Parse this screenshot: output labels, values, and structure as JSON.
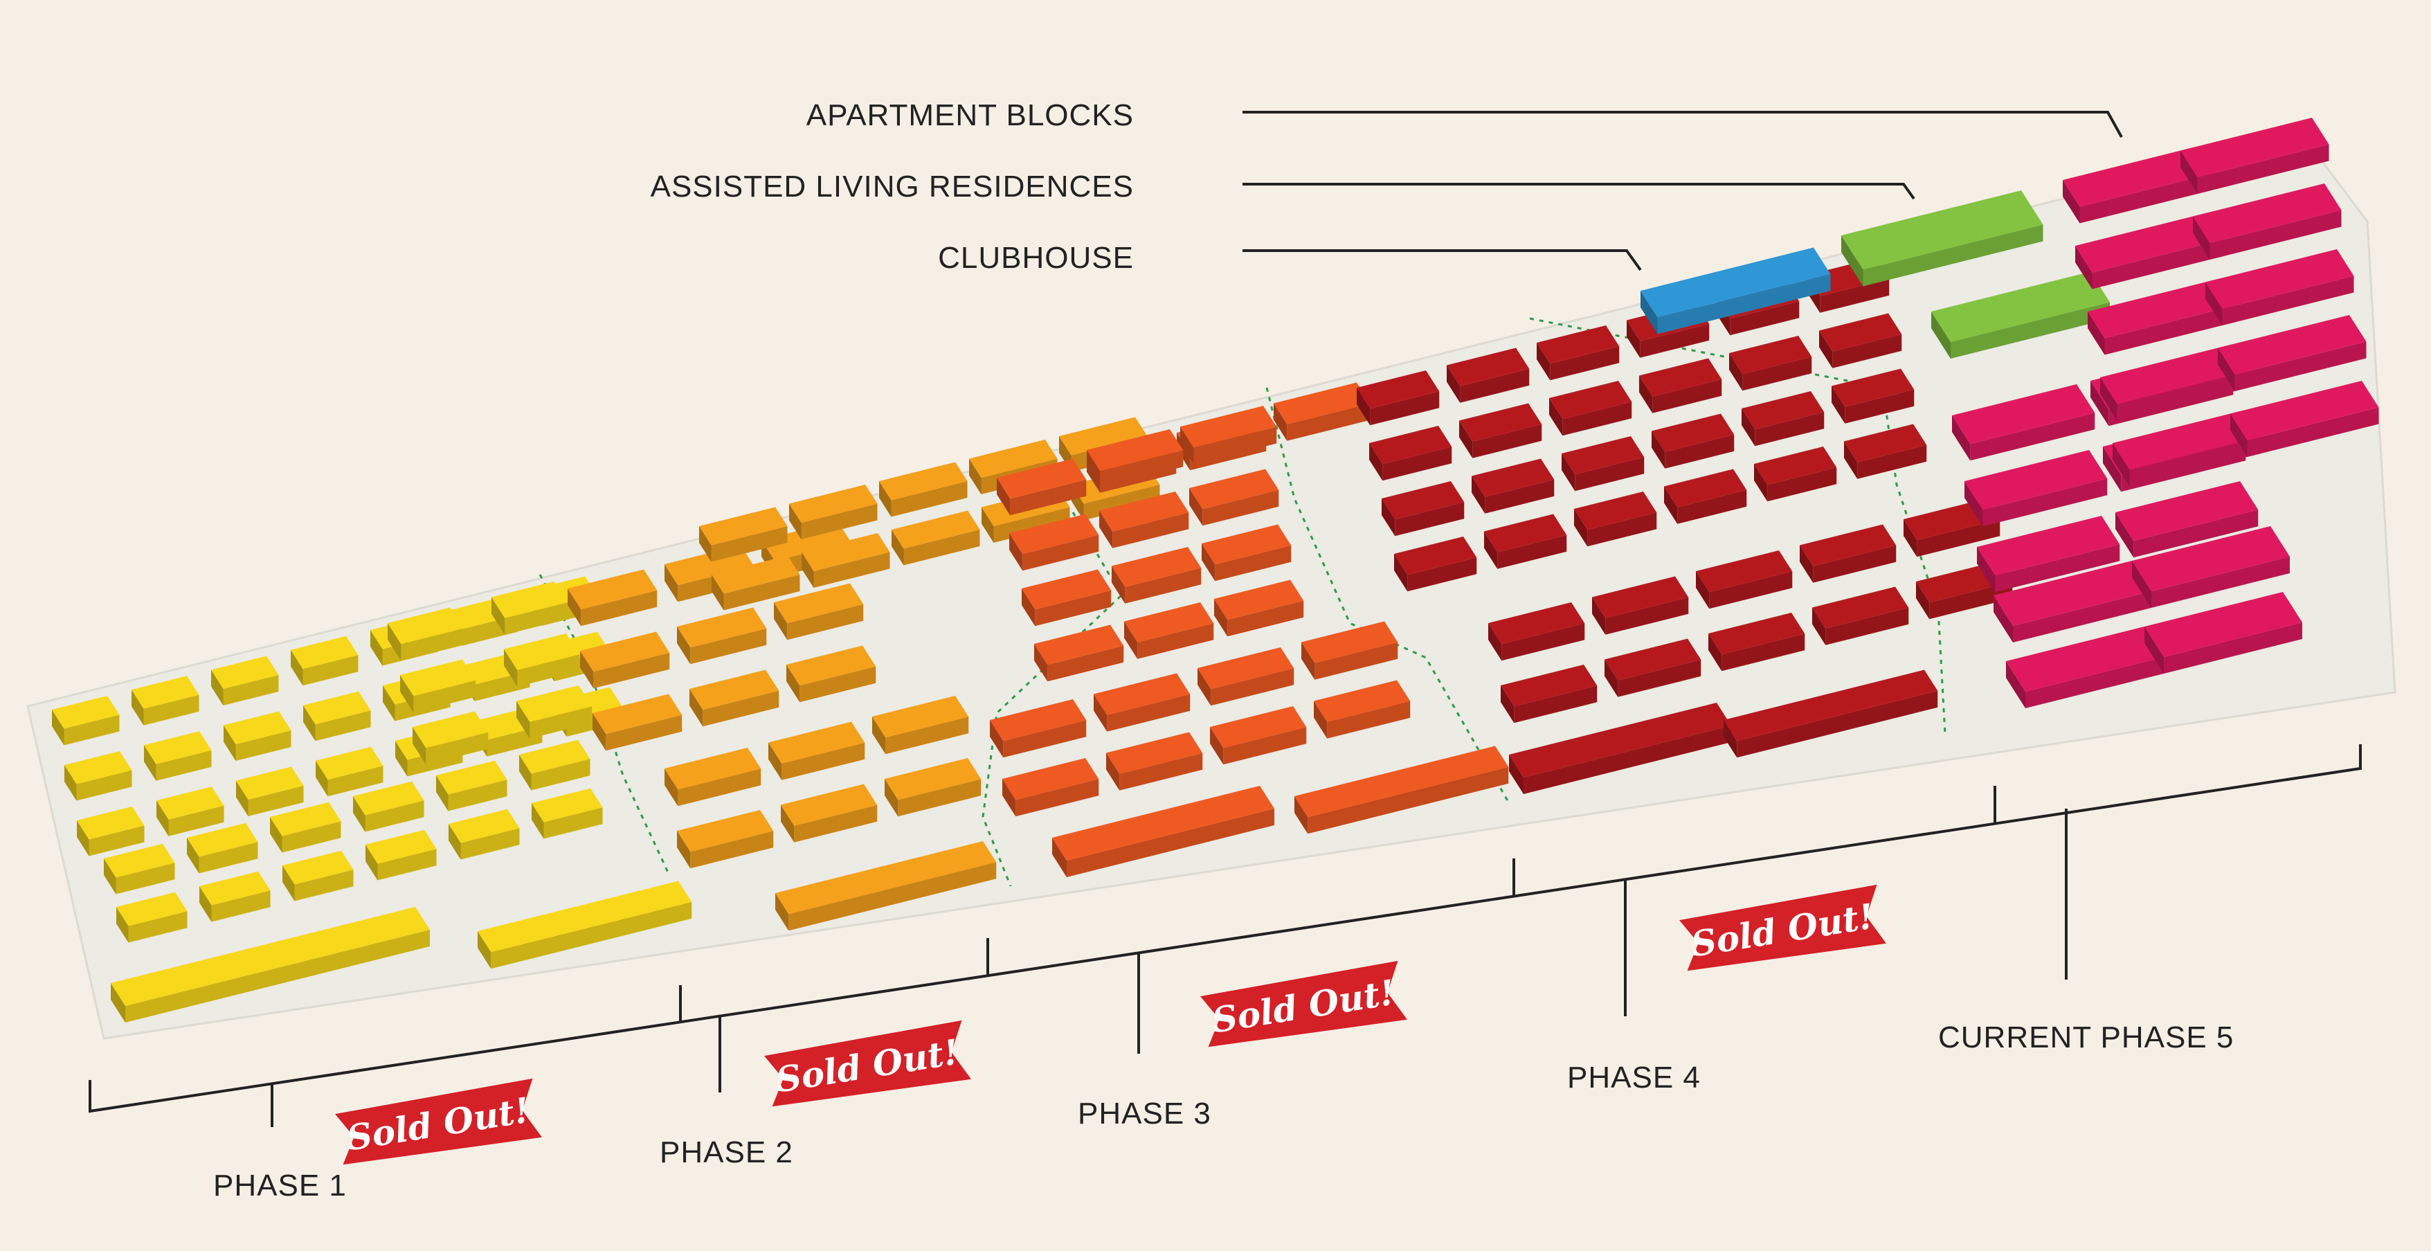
{
  "callouts": {
    "apartments": "APARTMENT BLOCKS",
    "assisted": "ASSISTED LIVING RESIDENCES",
    "clubhouse": "CLUBHOUSE"
  },
  "phases": [
    {
      "label": "PHASE 1",
      "status": "Sold Out!",
      "color": "#f8d81a"
    },
    {
      "label": "PHASE 2",
      "status": "Sold Out!",
      "color": "#f5a11c"
    },
    {
      "label": "PHASE 3",
      "status": "Sold Out!",
      "color": "#ef5a22"
    },
    {
      "label": "PHASE 4",
      "status": "Sold Out!",
      "color": "#b5191e"
    },
    {
      "label": "CURRENT PHASE 5",
      "status": "",
      "color": "#e0195f"
    }
  ],
  "colors": {
    "background": "#f6efe6",
    "site": "#ecebe4",
    "clubhouse": "#2f97d6",
    "assisted": "#83c341",
    "apartments": "#e0195f",
    "badge": "#d42027",
    "line": "#222222"
  }
}
